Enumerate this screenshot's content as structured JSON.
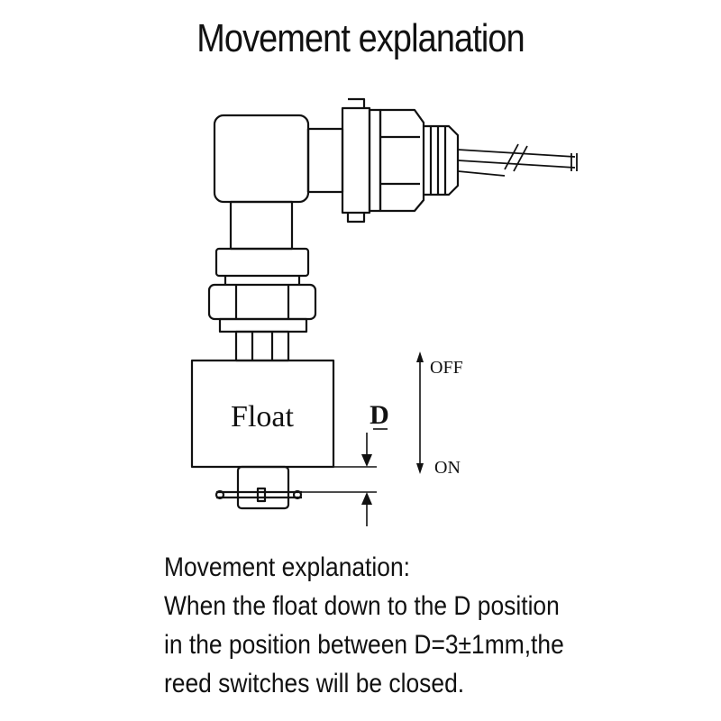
{
  "title": "Movement explanation",
  "diagram": {
    "float_label": "Float",
    "d_label": "D",
    "off_label": "OFF",
    "on_label": "ON"
  },
  "explanation": {
    "lines": [
      "Movement explanation:",
      "When the float down to the D position",
      "in the position between D=3±1mm,the",
      "reed switches will be closed."
    ]
  }
}
